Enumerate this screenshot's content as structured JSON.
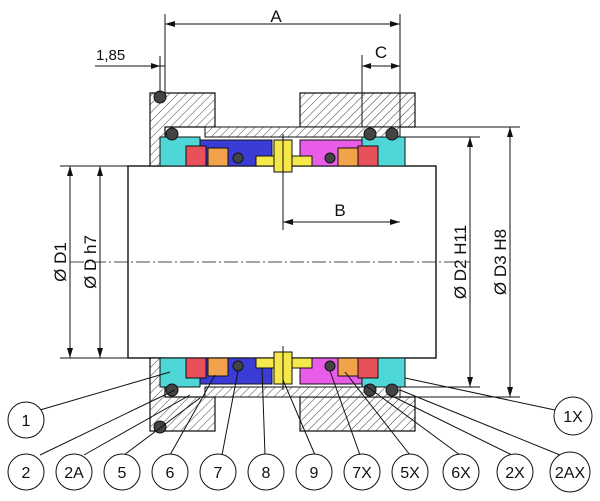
{
  "dimensions": {
    "a": "A",
    "b": "B",
    "c": "C",
    "offset": "1,85",
    "d1": "Ø D1",
    "d_h7": "Ø D  h7",
    "d2_h11": "Ø D2  H11",
    "d3_h8": "Ø D3  H8"
  },
  "callouts": {
    "c1": "1",
    "c1x": "1X",
    "c2": "2",
    "c2a": "2A",
    "c5": "5",
    "c6": "6",
    "c7": "7",
    "c8": "8",
    "c9": "9",
    "c7x": "7X",
    "c5x": "5X",
    "c6x": "6X",
    "c2x": "2X",
    "c2ax": "2AX"
  },
  "colors": {
    "shaft": "#ffffff",
    "cyan": "#4fd7d7",
    "blue": "#3b3bd6",
    "magenta": "#e85ce8",
    "orange": "#f2a24a",
    "red": "#e8505a",
    "yellow": "#f5e84a",
    "hatch": "#111111"
  }
}
